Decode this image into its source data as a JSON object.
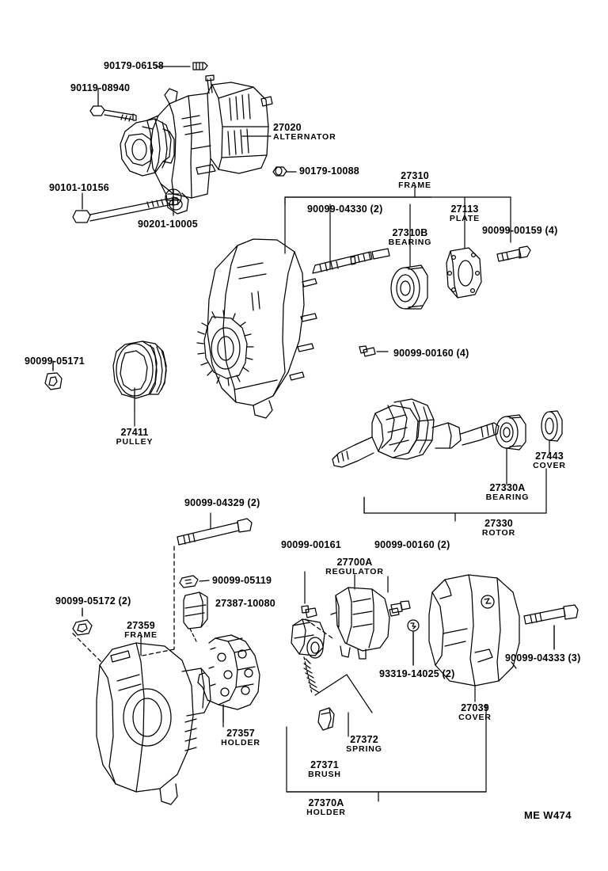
{
  "diagram": {
    "reference_code": "ME W474",
    "title": "ALTERNATOR"
  },
  "labels": {
    "bolt_top": "90179-06158",
    "bolt_upper_left": "90119-08940",
    "bolt_long_left": "90101-10156",
    "washer_left": "90201-10005",
    "nut_right": "90179-10088",
    "frame_no": "27310",
    "frame_name": "FRAME",
    "screw_04330": "90099-04330 (2)",
    "bearing_no": "27310B",
    "bearing_name": "BEARING",
    "plate_no": "27113",
    "plate_name": "PLATE",
    "screw_00159": "90099-00159 (4)",
    "screw_00160_upper": "90099-00160 (4)",
    "nut_05171": "90099-05171",
    "pulley_no": "27411",
    "pulley_name": "PULLEY",
    "alternator_no": "27020",
    "alternator_name": "ALTERNATOR",
    "rotor_bearing_no": "27330A",
    "rotor_bearing_name": "BEARING",
    "cover_27443_no": "27443",
    "cover_27443_name": "COVER",
    "rotor_no": "27330",
    "rotor_name": "ROTOR",
    "screw_04329": "90099-04329 (2)",
    "nut_05119": "90099-05119",
    "cap_27387": "27387-10080",
    "nut_05172": "90099-05172 (2)",
    "frame_27359_no": "27359",
    "frame_27359_name": "FRAME",
    "screw_00161": "90099-00161",
    "screw_00160_lower": "90099-00160 (2)",
    "regulator_no": "27700A",
    "regulator_name": "REGULATOR",
    "screw_93319": "93319-14025 (2)",
    "cover_27039_no": "27039",
    "cover_27039_name": "COVER",
    "screw_04333": "90099-04333 (3)",
    "holder_27357_no": "27357",
    "holder_27357_name": "HOLDER",
    "spring_no": "27372",
    "spring_name": "SPRING",
    "brush_no": "27371",
    "brush_name": "BRUSH",
    "holder_27370a_no": "27370A",
    "holder_27370a_name": "HOLDER"
  },
  "colors": {
    "line": "#000000",
    "background": "#ffffff"
  }
}
